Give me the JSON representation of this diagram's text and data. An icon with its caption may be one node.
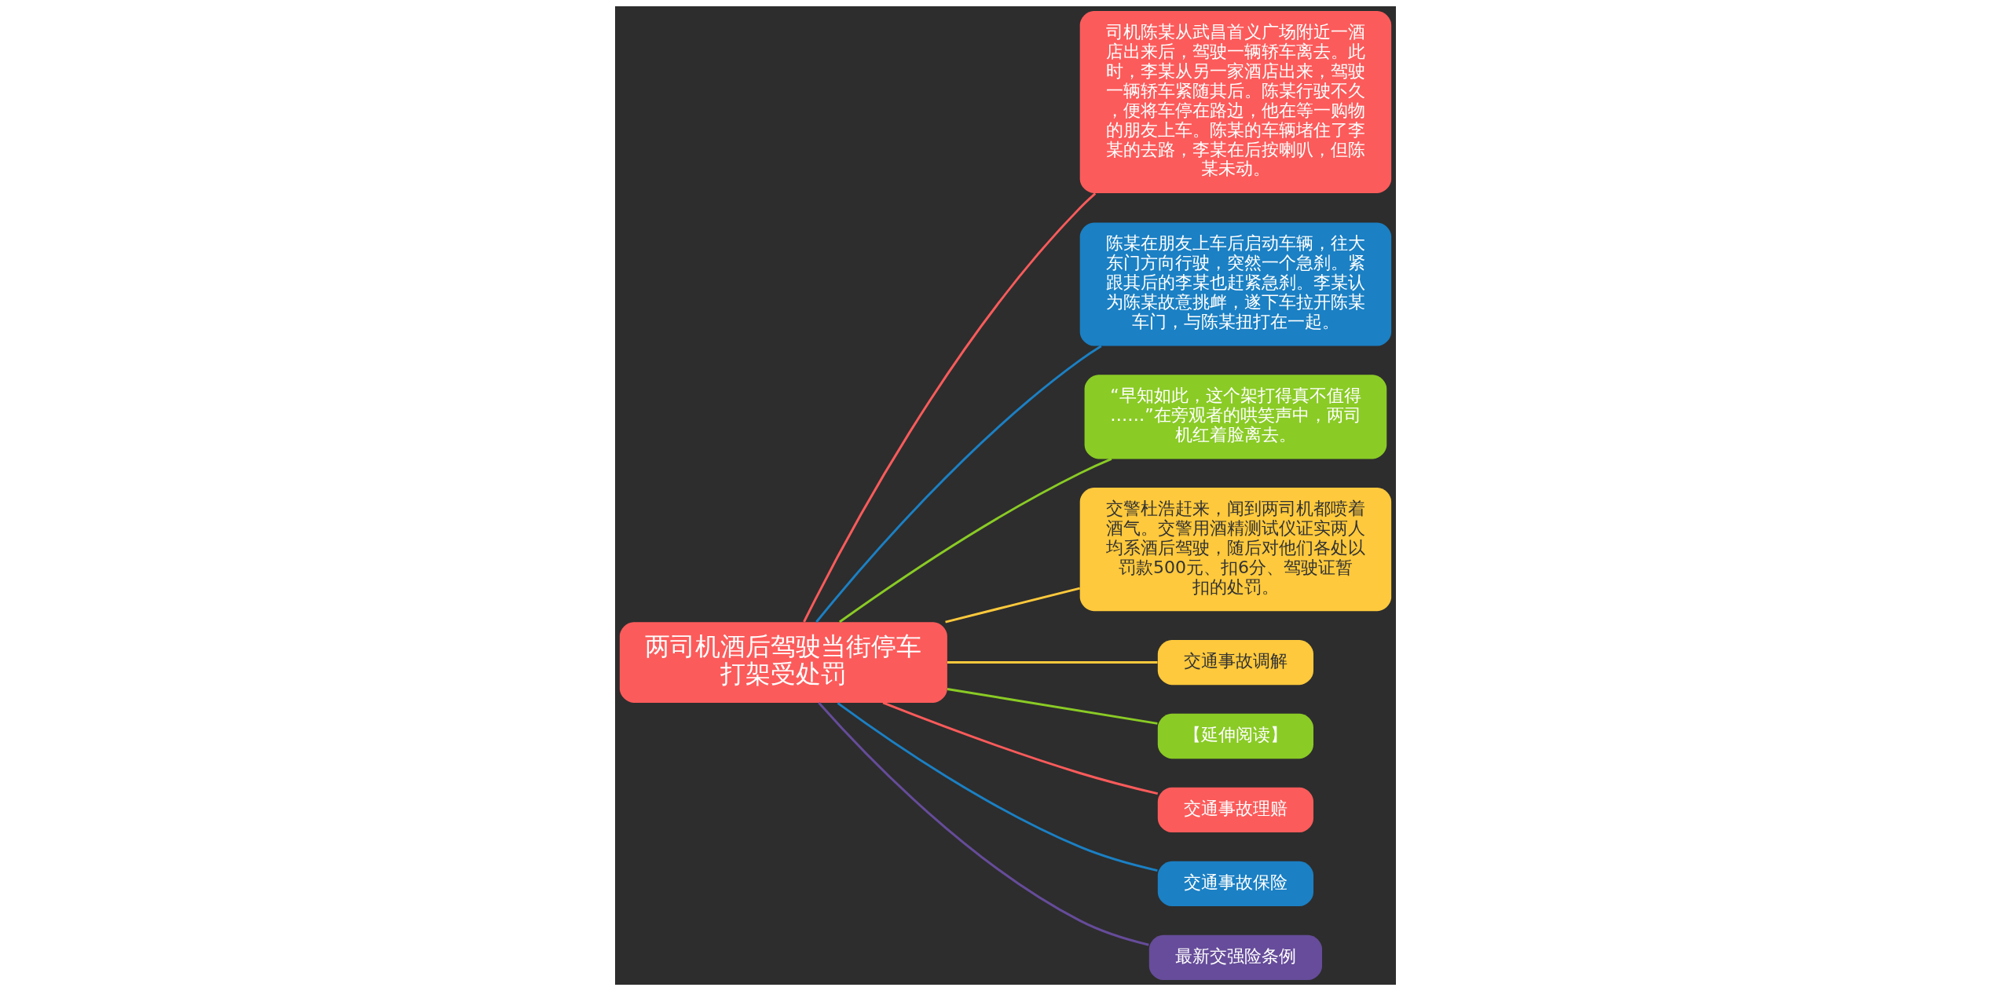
{
  "diagram": {
    "nodes": [
      {
        "text": [
          "两司机酒后驾驶当街停车打架受处罚"
        ]
      },
      {
        "text": [
          "司机陈某从武昌首义广场附近一酒店出来后，驾驶一辆轿车离去。此时，李某从另一家酒店出来，驾驶一辆轿车紧随其后。陈某行驶不久，便将车停在路边，他在等一购物的朋友上车。陈某的车辆堵住了李某的去路，李某在后按喇叭，但陈某未动。"
        ]
      },
      {
        "text": [
          "陈某在朋友上车后启动车辆，往大东门方向行驶，突然一个急刹。紧跟其后的李某也赶紧急刹。李某认为陈某故意挑衅，遂下车拉开陈某车门，与陈某扭打在一起。"
        ]
      },
      {
        "text": [
          "“早知如此，这个架打得真不值得……”在旁观者的哄笑声中，两司机红着脸离去。"
        ]
      },
      {
        "text": [
          "交警杜浩赶来，闻到两司机都喷着酒气。交警用酒精测试仪证实两人均系酒后驾驶，随后对他们各处以罚款500元、扣6分、驾驶证暂扣的处罚。"
        ]
      },
      {
        "text": [
          "交通事故调解"
        ]
      },
      {
        "text": [
          "【延伸阅读】"
        ]
      },
      {
        "text": [
          "交通事故理赔"
        ]
      },
      {
        "text": [
          "交通事故保险"
        ]
      },
      {
        "text": [
          "最新交强险条例"
        ]
      }
    ],
    "edges": [
      {
        "from": 0,
        "to": 1,
        "arrow": "none",
        "color": "#fc5b5b"
      },
      {
        "from": 0,
        "to": 2,
        "arrow": "none",
        "color": "#1b80c4"
      },
      {
        "from": 0,
        "to": 3,
        "arrow": "none",
        "color": "#8acb25"
      },
      {
        "from": 0,
        "to": 4,
        "arrow": "none",
        "color": "#fec93c"
      },
      {
        "from": 0,
        "to": 5,
        "arrow": "none",
        "color": "#fec93c"
      },
      {
        "from": 0,
        "to": 6,
        "arrow": "none",
        "color": "#8acb25"
      },
      {
        "from": 0,
        "to": 7,
        "arrow": "none",
        "color": "#fc5b5b"
      },
      {
        "from": 0,
        "to": 8,
        "arrow": "none",
        "color": "#1b80c4"
      },
      {
        "from": 0,
        "to": 9,
        "arrow": "none",
        "color": "#664c9a"
      }
    ]
  }
}
